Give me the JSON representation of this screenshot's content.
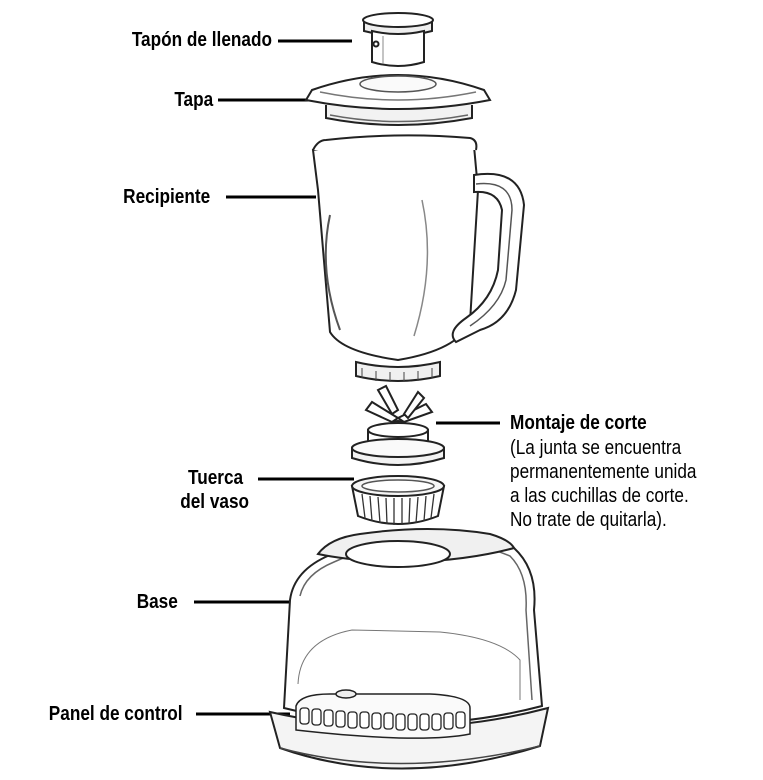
{
  "labels": {
    "fill_cap": "Tapón de llenado",
    "lid": "Tapa",
    "jar": "Recipiente",
    "blade_assembly": "Montaje de corte",
    "blade_note": [
      "(La junta se encuentra",
      "permanentemente unida",
      "a las cuchillas de corte.",
      "No trate de quitarla)."
    ],
    "jar_nut_line1": "Tuerca",
    "jar_nut_line2": "del vaso",
    "base": "Base",
    "control_panel": "Panel de control"
  }
}
